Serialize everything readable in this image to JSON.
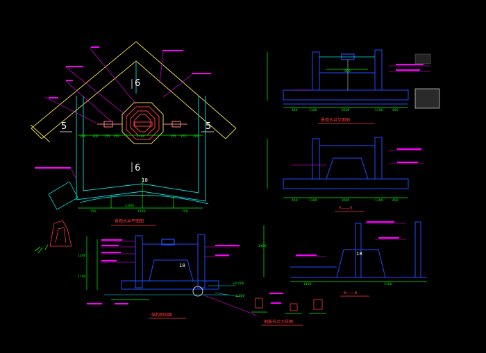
{
  "colors": {
    "background": "#000000",
    "roof": "#e6d84a",
    "wall": "#00e5e5",
    "dimension": "#00ff00",
    "leader": "#ff00ff",
    "structure": "#1f4dff",
    "title": "#ff3b3b",
    "white": "#ffffff"
  },
  "plan": {
    "section_marks": {
      "top": "6",
      "bottom": "6",
      "left": "5",
      "right": "5"
    },
    "center_dim": "1100",
    "dims_left": [
      "200",
      "300",
      "155",
      "155"
    ],
    "dims_right": [
      "155",
      "155",
      "200"
    ],
    "bottom_dims": [
      "750",
      "1100",
      "750"
    ],
    "bottom_total": "2,600",
    "title": "景观水井平面图"
  },
  "front_elev": {
    "title": "景观水井立面图",
    "dims": [
      "450",
      "1100",
      "2600",
      "1100",
      "450"
    ],
    "top_dim": "900"
  },
  "side_elev": {
    "title": "景观水井背面图",
    "dims": [
      "450",
      "1100",
      "2600",
      "1100",
      "450"
    ]
  },
  "section_55": {
    "title": "5——5"
  },
  "section_66": {
    "title": "6——6",
    "dims": [
      "1100",
      "1100"
    ],
    "level": "1400"
  },
  "section_side": {
    "title": "结构侧剖图",
    "mark": "18",
    "level_a": "±0.000",
    "level_b": "-0.800",
    "dims_left": [
      "1200",
      "1700"
    ]
  },
  "detail": {
    "title": "钢筋节点大样图"
  },
  "labels": {
    "plan_mark_1": "18",
    "side_mark": "18",
    "sec66_mark": "18"
  }
}
